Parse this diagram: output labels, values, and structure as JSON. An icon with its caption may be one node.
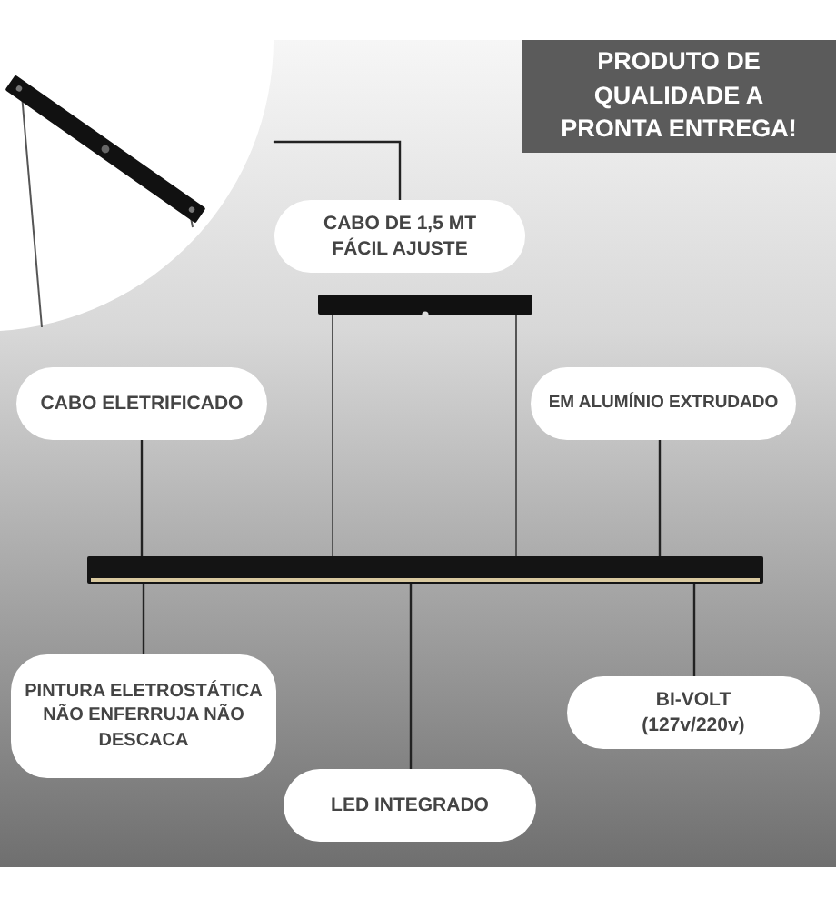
{
  "diagram": {
    "nodes": [
      {
        "text": [
          "PRODUTO DE QUALIDADE A PRONTA ENTREGA!"
        ]
      },
      {
        "text": [
          "CABO DE 1,5 MT FÁCIL AJUSTE"
        ]
      },
      {
        "text": [
          "CABO ELETRIFICADO"
        ]
      },
      {
        "text": [
          "EM ALUMÍNIO EXTRUDADO"
        ]
      },
      {
        "text": [
          "PINTURA ELETROSTÁTICA NÃO ENFERRUJA NÃO DESCACA"
        ]
      },
      {
        "text": [
          "LED INTEGRADO"
        ]
      },
      {
        "text": [
          "BI-VOLT (127v/220v)"
        ]
      },
      {
        "text": [],
        "shape": "picture"
      },
      {
        "text": [],
        "shape": "bar"
      }
    ],
    "edges": [
      {
        "from": 1,
        "to": 7,
        "arrow": "none"
      },
      {
        "from": 2,
        "to": 8,
        "arrow": "none"
      },
      {
        "from": 3,
        "to": 8,
        "arrow": "none"
      },
      {
        "from": 4,
        "to": 8,
        "arrow": "none"
      },
      {
        "from": 5,
        "to": 8,
        "arrow": "none"
      },
      {
        "from": 6,
        "to": 8,
        "arrow": "none"
      }
    ]
  }
}
